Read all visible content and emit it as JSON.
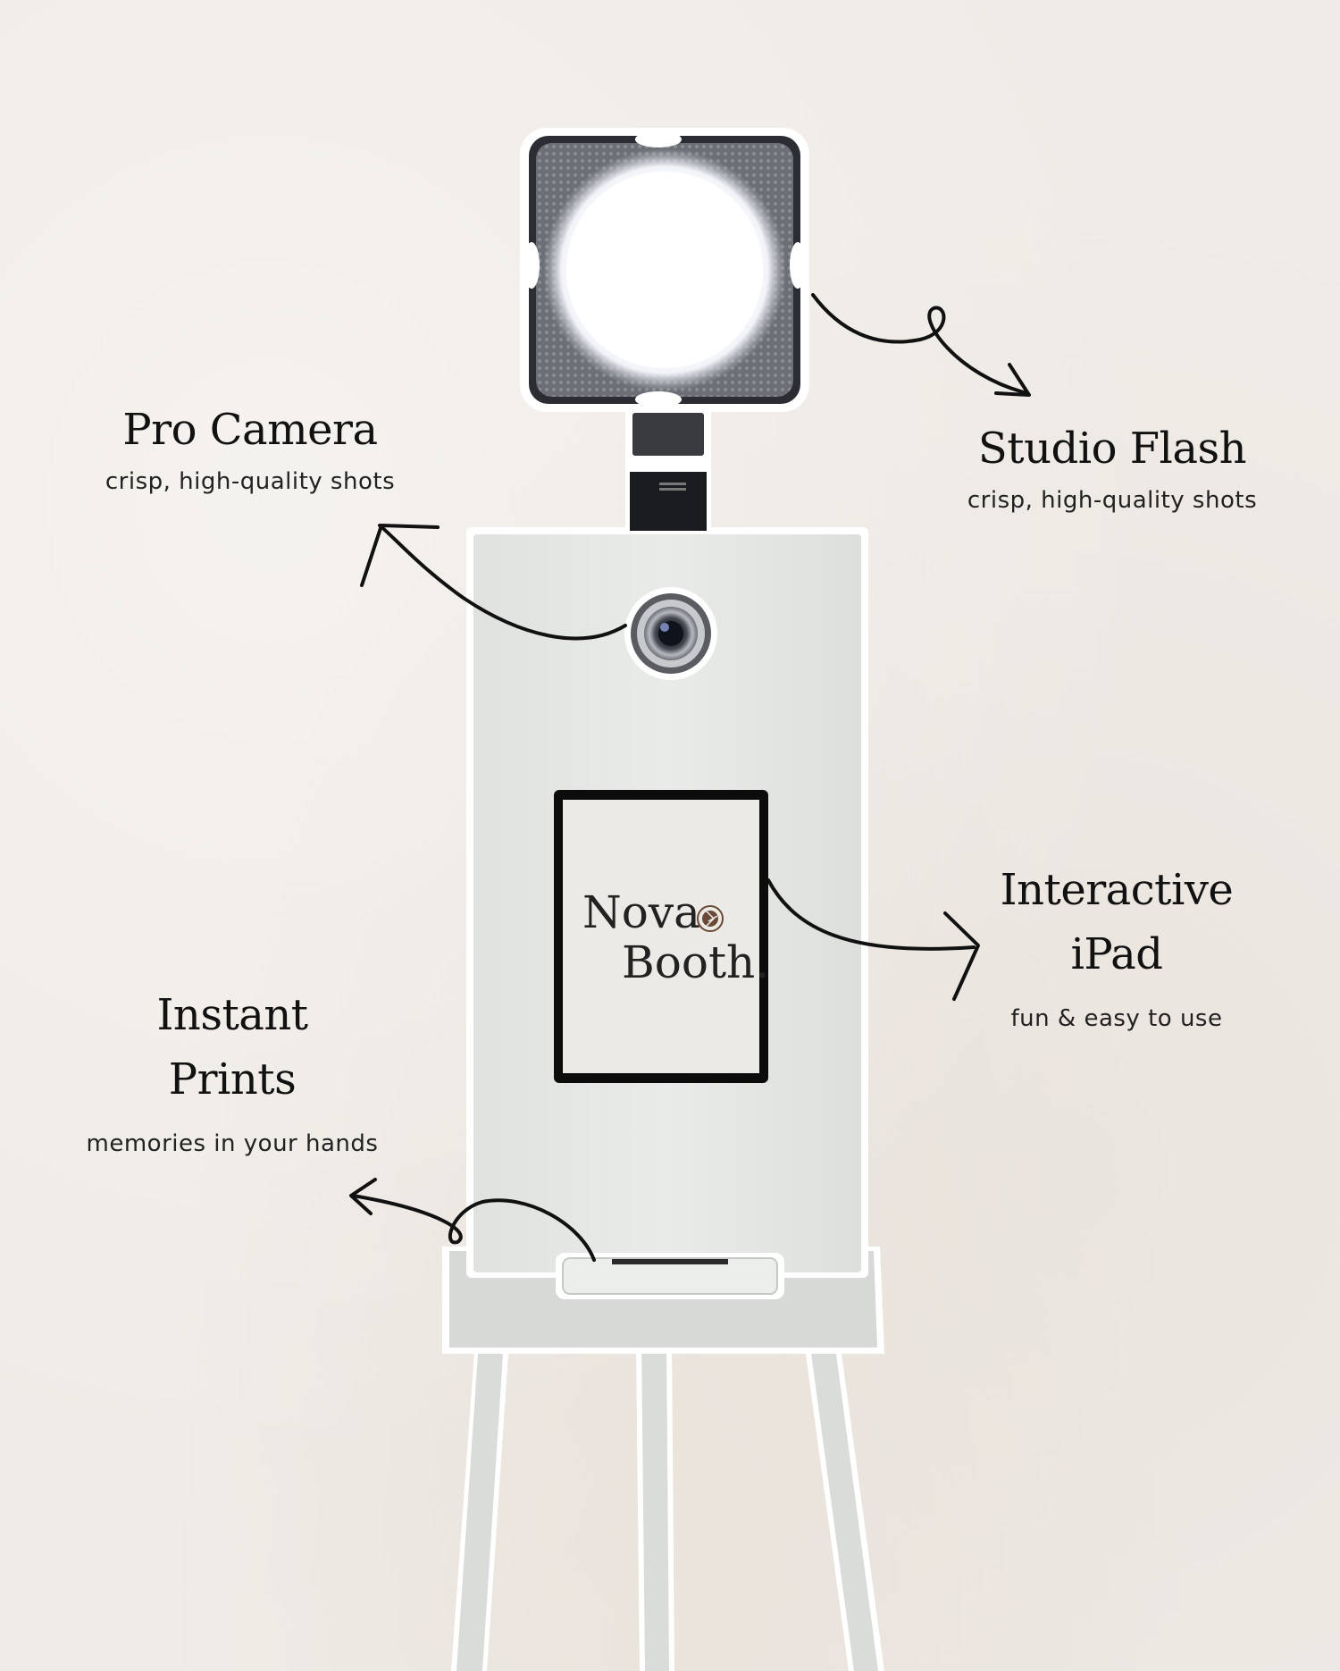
{
  "labels": {
    "pro_camera": {
      "title": "Pro Camera",
      "subtitle": "crisp, high-quality shots"
    },
    "studio_flash": {
      "title": "Studio Flash",
      "subtitle": "crisp, high-quality shots"
    },
    "interactive_ipad": {
      "title_line1": "Interactive",
      "title_line2": "iPad",
      "subtitle": "fun & easy to use"
    },
    "instant_prints": {
      "title_line1": "Instant",
      "title_line2": "Prints",
      "subtitle": "memories in your hands"
    }
  },
  "screen": {
    "brand_line1": "Nova",
    "brand_line2": "Booth."
  },
  "colors": {
    "background": "#efebe6",
    "booth_body": "#e5e7e4",
    "ink": "#111111",
    "flash_glow": "#ffffff"
  },
  "icons": [
    "flash-light-icon",
    "camera-lens-icon",
    "aperture-logo-icon",
    "arrow-icon"
  ]
}
